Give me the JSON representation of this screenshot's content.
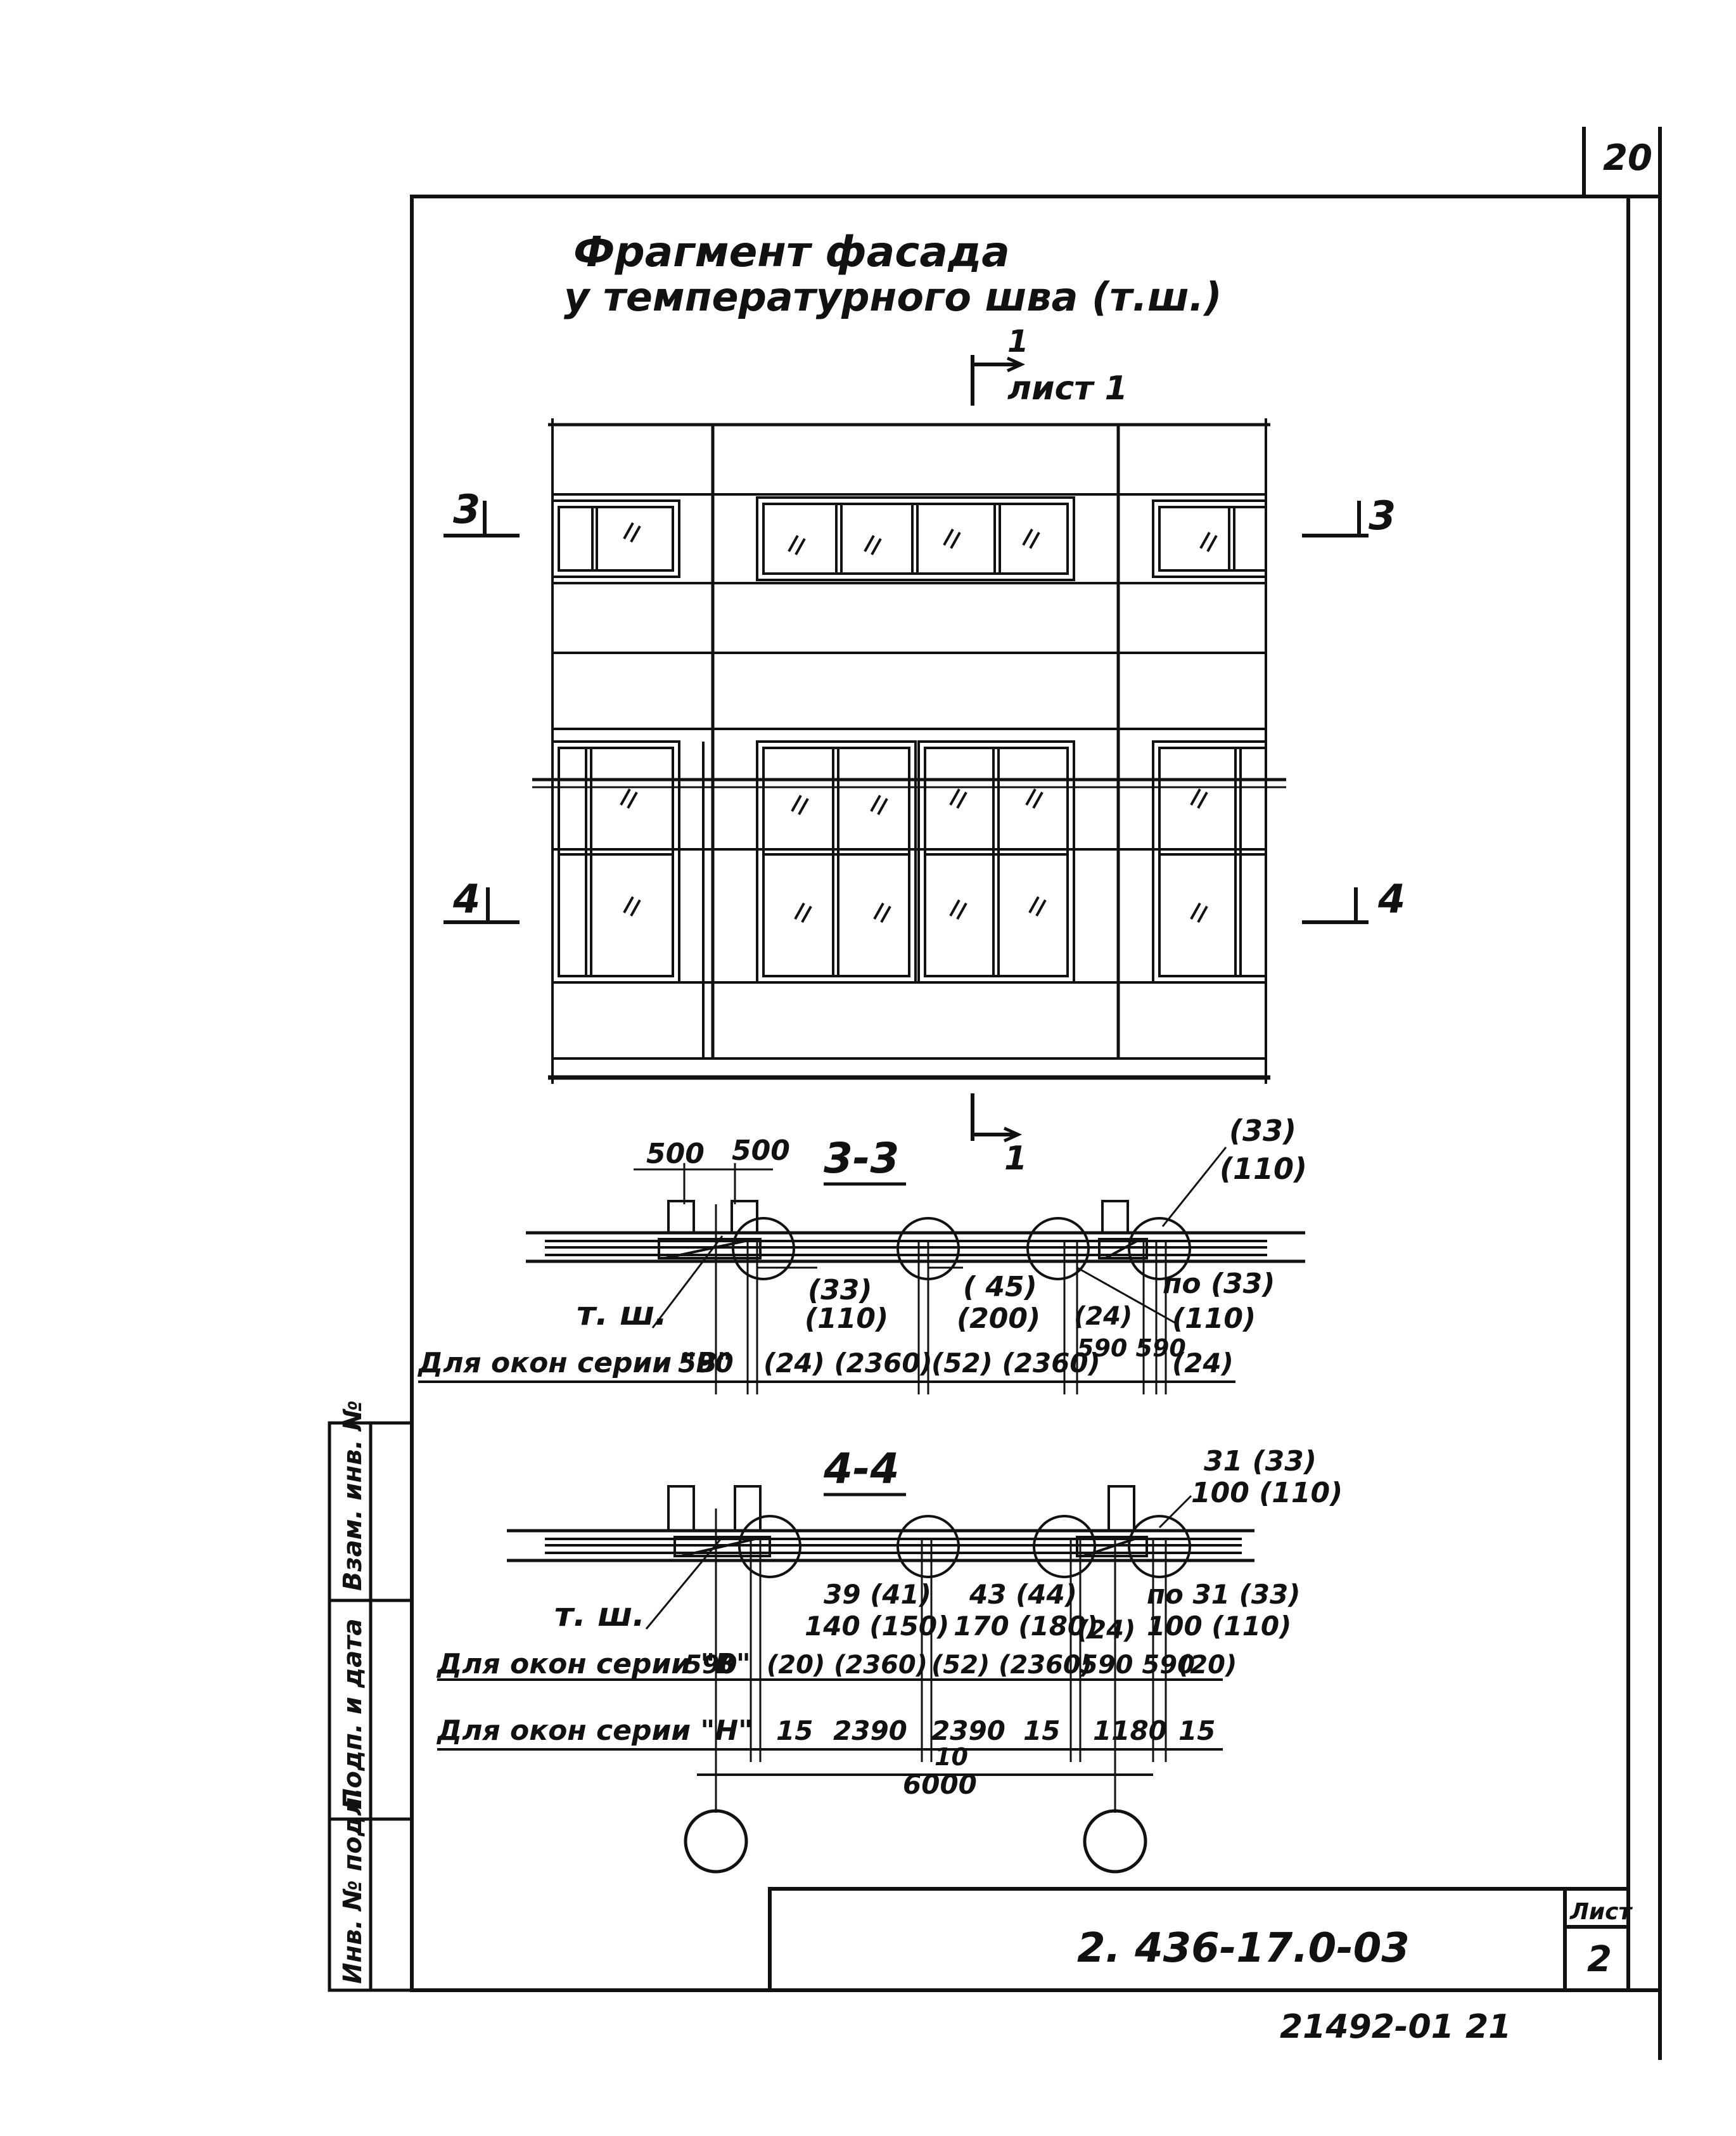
{
  "sheet_number_top": "20",
  "title": {
    "line1": "Фрагмент фасада",
    "line2": "у температурного шва (т.ш.)"
  },
  "section_1_1": {
    "mark": "1",
    "sheet_ref": "лист 1",
    "mark_bottom": "1"
  },
  "section_3_marks": {
    "left": "3",
    "right": "3"
  },
  "section_4_marks": {
    "left": "4",
    "right": "4"
  },
  "section_3_3": {
    "title": "3-3",
    "dim_500_a": "500",
    "dim_500_b": "500",
    "top_right_1": "(33)",
    "top_right_2": "(110)",
    "joint_label": "т. ш.",
    "label_a1": "(33)",
    "label_a2": "(110)",
    "label_b1": "( 45)",
    "label_b2": "(200)",
    "label_c": "(24)",
    "label_d1": "по (33)",
    "label_d2": "(110)",
    "row_label": "Для окон серии \"В\"",
    "row_values": [
      "590",
      "(24) (2360)",
      "(52) (2360)",
      "590 590",
      "(24)"
    ]
  },
  "section_4_4": {
    "title": "4-4",
    "top_right_1": "31 (33)",
    "top_right_2": "100 (110)",
    "joint_label": "т. ш.",
    "label_a1": "39 (41)",
    "label_a2": "140 (150)",
    "label_b1": "43 (44)",
    "label_b2": "170 (180)",
    "label_c": "(24)",
    "label_d1": "по 31 (33)",
    "label_d2": "100 (110)",
    "row1_label": "Для окон серии \"В\"",
    "row1_values": [
      "590",
      "(20) (2360)",
      "(52) (2360)",
      "590 590",
      "(20)"
    ],
    "row2_label": "Для окон серии \"Н\"",
    "row2_values": [
      "15",
      "2390",
      "2390",
      "15",
      "1180",
      "15"
    ],
    "dim_10": "10",
    "dim_total": "6000"
  },
  "side_stamp": [
    "Инв. № подл.",
    "Подп. и дата",
    "Взам. инв. №"
  ],
  "title_block": {
    "code": "2. 436-17.0-03",
    "sheet_label": "Лист",
    "sheet_value": "2"
  },
  "footer_code": "21492-01   21"
}
